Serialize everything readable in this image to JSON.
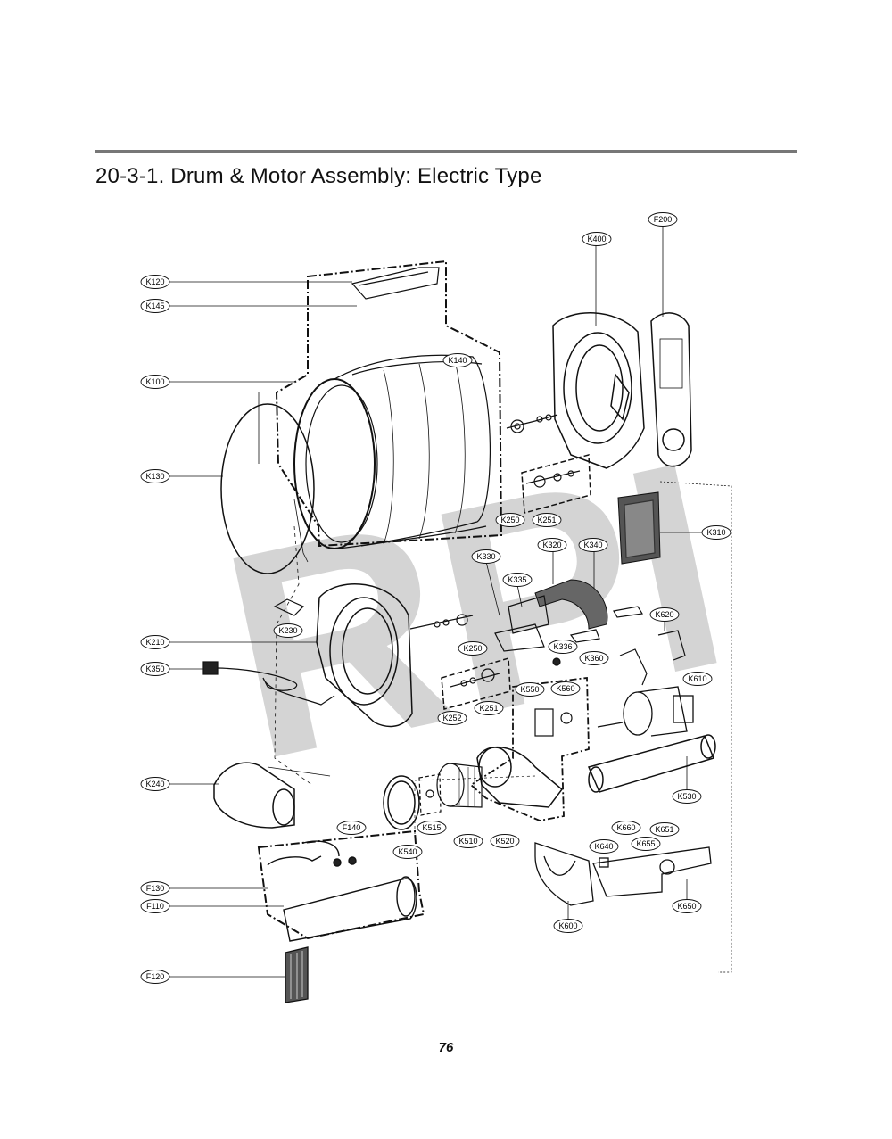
{
  "page": {
    "title": "20-3-1. Drum & Motor Assembly: Electric Type",
    "page_number": "76"
  },
  "watermark": {
    "text": "RPI",
    "color": "#cfcfcf"
  },
  "callouts": [
    "K120",
    "K145",
    "K100",
    "K130",
    "K140",
    "K400",
    "F200",
    "K250",
    "K251",
    "K310",
    "K330",
    "K320",
    "K340",
    "K335",
    "K620",
    "K230",
    "K210",
    "K250b",
    "K336",
    "K360",
    "K350",
    "K550",
    "K560",
    "K610",
    "K252",
    "K251b",
    "K240",
    "K530",
    "K515",
    "K510",
    "K520",
    "K540",
    "F140",
    "K660",
    "K651",
    "K640",
    "K655",
    "F130",
    "F110",
    "K650",
    "K600",
    "F120"
  ],
  "labels": {
    "K120": "K120",
    "K145": "K145",
    "K100": "K100",
    "K130": "K130",
    "K140": "K140",
    "K400": "K400",
    "F200": "F200",
    "K250": "K250",
    "K251": "K251",
    "K310": "K310",
    "K330": "K330",
    "K320": "K320",
    "K340": "K340",
    "K335": "K335",
    "K620": "K620",
    "K230": "K230",
    "K210": "K210",
    "K250b": "K250",
    "K336": "K336",
    "K360": "K360",
    "K350": "K350",
    "K550": "K550",
    "K560": "K560",
    "K610": "K610",
    "K252": "K252",
    "K251b": "K251",
    "K240": "K240",
    "K530": "K530",
    "K515": "K515",
    "K510": "K510",
    "K520": "K520",
    "K540": "K540",
    "F140": "F140",
    "K660": "K660",
    "K651": "K651",
    "K640": "K640",
    "K655": "K655",
    "F130": "F130",
    "F110": "F110",
    "K650": "K650",
    "K600": "K600",
    "F120": "F120"
  }
}
